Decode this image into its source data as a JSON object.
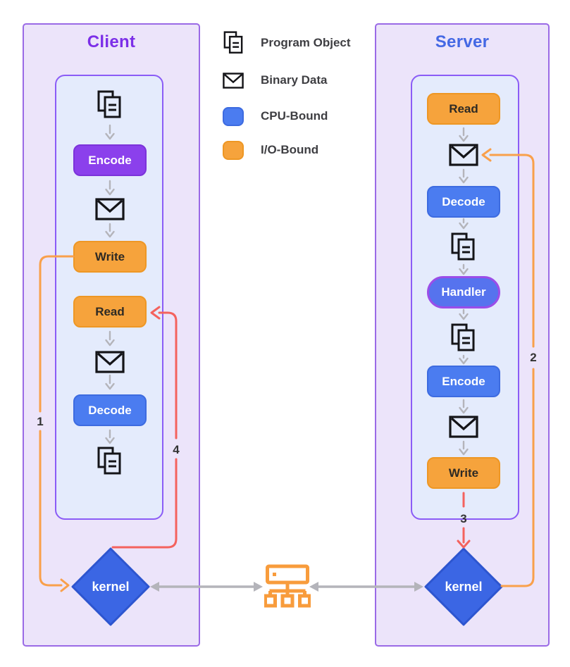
{
  "client": {
    "title": "Client",
    "kernel_label": "kernel",
    "nodes": [
      {
        "icon": "program-object-icon"
      },
      {
        "label": "Encode",
        "kind": "highlighted-purple"
      },
      {
        "icon": "binary-data-icon"
      },
      {
        "label": "Write",
        "kind": "io-bound"
      },
      {
        "label": "Read",
        "kind": "io-bound"
      },
      {
        "icon": "binary-data-icon"
      },
      {
        "label": "Decode",
        "kind": "cpu-bound"
      },
      {
        "icon": "program-object-icon"
      }
    ]
  },
  "server": {
    "title": "Server",
    "kernel_label": "kernel",
    "nodes": [
      {
        "label": "Read",
        "kind": "io-bound"
      },
      {
        "icon": "binary-data-icon"
      },
      {
        "label": "Decode",
        "kind": "cpu-bound"
      },
      {
        "icon": "program-object-icon"
      },
      {
        "label": "Handler",
        "kind": "cpu-bound-outlined"
      },
      {
        "icon": "program-object-icon"
      },
      {
        "label": "Encode",
        "kind": "cpu-bound"
      },
      {
        "icon": "binary-data-icon"
      },
      {
        "label": "Write",
        "kind": "io-bound"
      }
    ]
  },
  "legend": {
    "items": [
      {
        "icon": "program-object-icon",
        "label": "Program Object"
      },
      {
        "icon": "binary-data-icon",
        "label": "Binary Data"
      },
      {
        "swatch": "#4b7cf0",
        "label": "CPU-Bound"
      },
      {
        "swatch": "#f6a33c",
        "label": "I/O-Bound"
      }
    ]
  },
  "flow_steps": {
    "client_write_to_kernel": "1",
    "server_kernel_to_binary": "2",
    "server_write_to_kernel": "3",
    "client_kernel_to_read": "4"
  },
  "icons": {
    "program_object": "stacked-documents",
    "binary_data": "envelope",
    "network_hub": "network-switch-with-three-nodes",
    "flow_arrow": "gray-down-chevron-arrow",
    "kernel_shape": "blue-diamond"
  },
  "colors": {
    "client_title": "#7c2fe8",
    "server_title": "#4468e4",
    "panel_bg": "#ece4fa",
    "panel_border": "#9a6ae6",
    "inner_panel_bg": "#e4ebfc",
    "inner_panel_border": "#8b5cf6",
    "cpu_bound_blue": "#4b7cf0",
    "io_bound_orange": "#f6a33c",
    "highlight_purple": "#8b40ec",
    "kernel_fill": "#3b66e4",
    "step_line_orange": "#f9a04b",
    "step_line_red": "#f4625e",
    "connector_gray": "#b4b4ba"
  }
}
